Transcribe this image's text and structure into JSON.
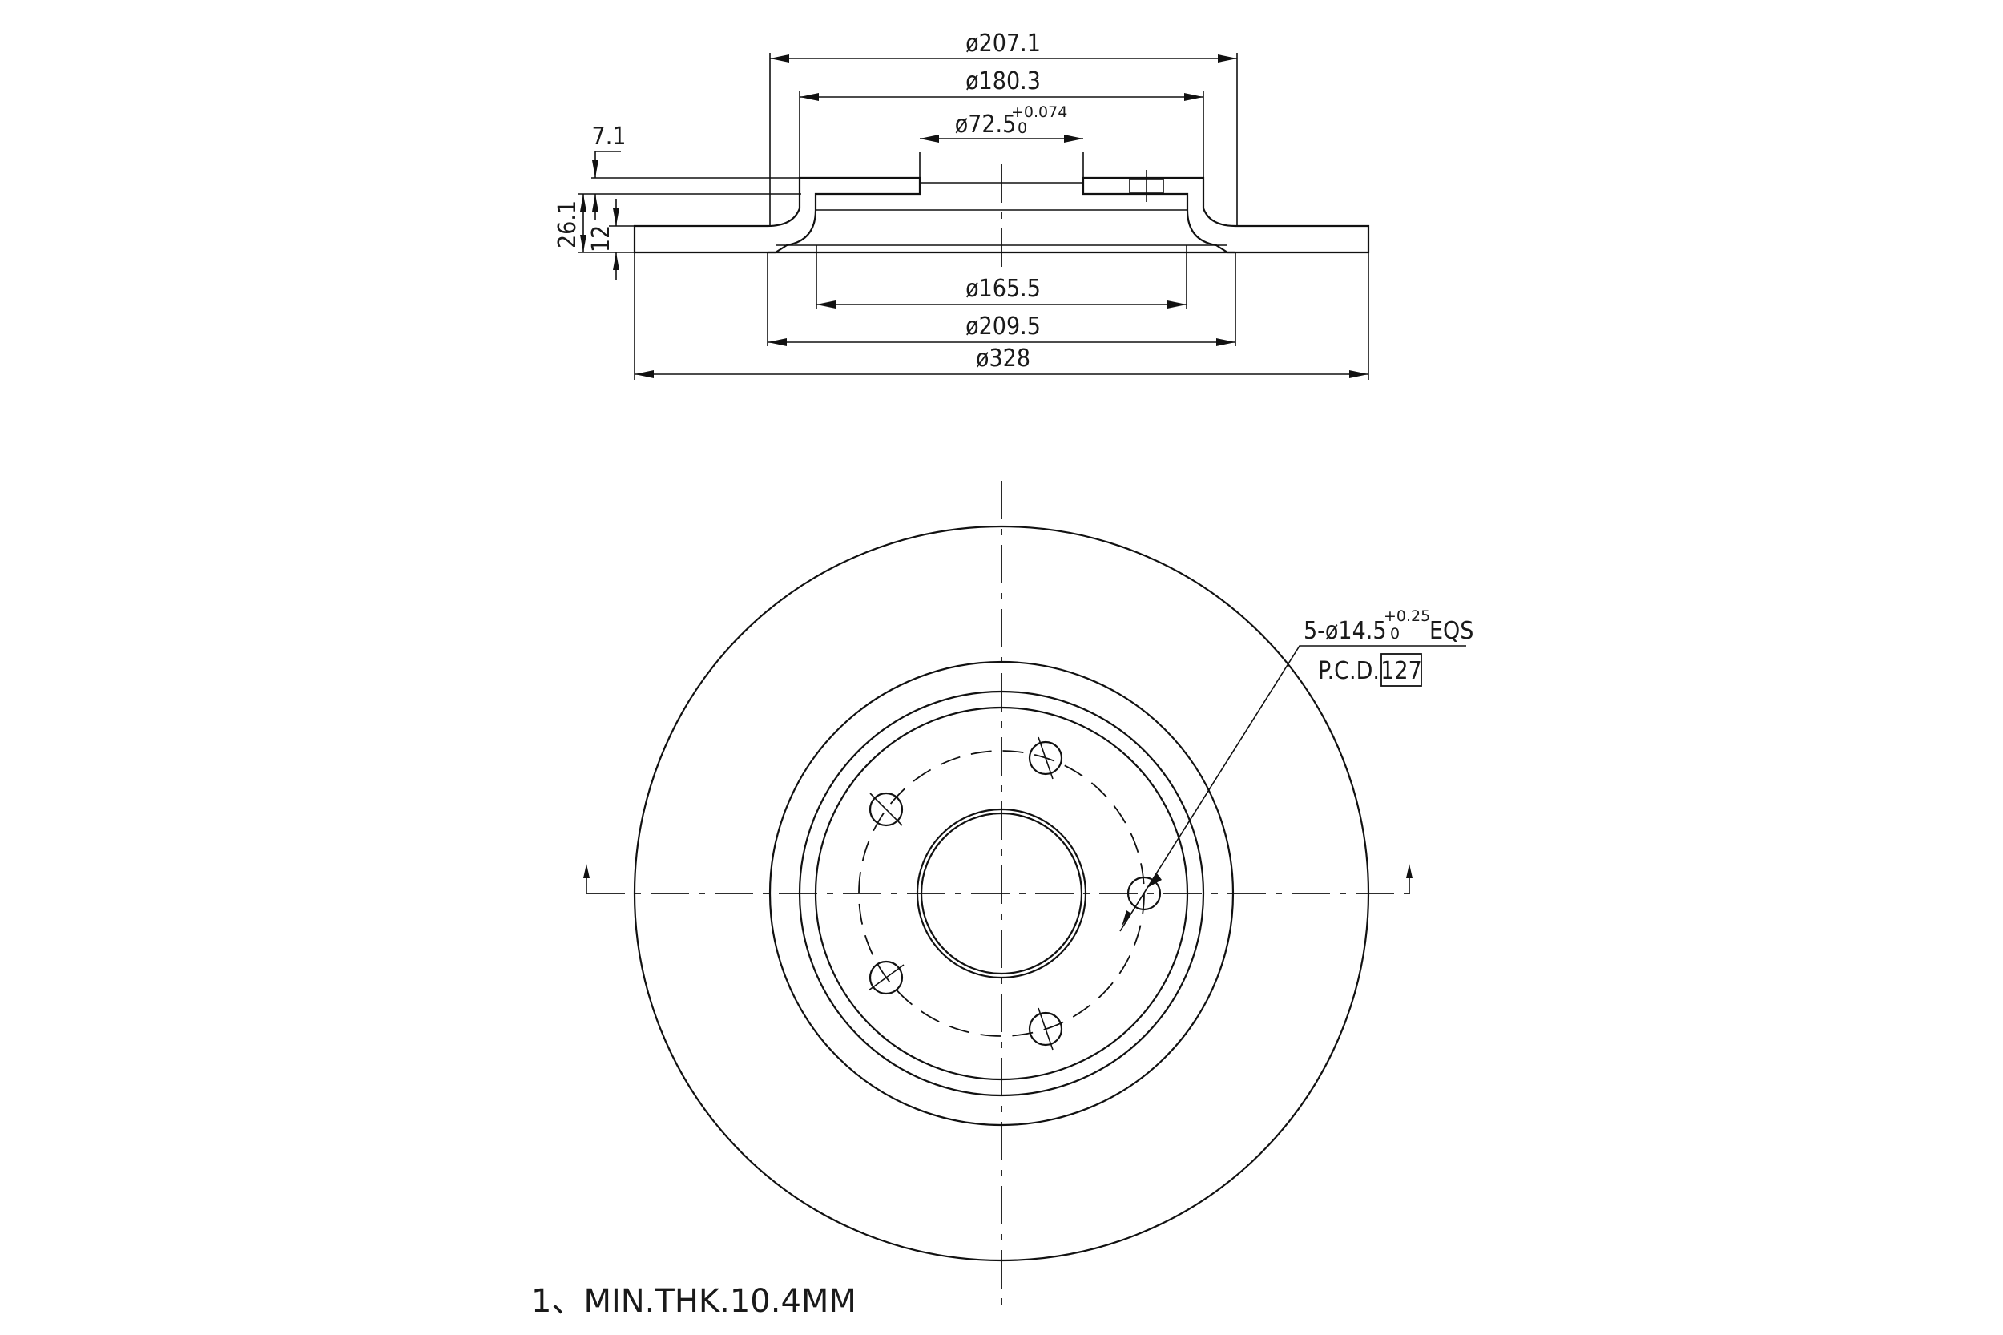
{
  "drawing": {
    "title": "Brake disc technical drawing",
    "colors": {
      "line": "#111111",
      "background": "#ffffff"
    }
  },
  "side_view": {
    "dims": {
      "d_207_1": "ø207.1",
      "d_180_3": "ø180.3",
      "d_72_5": "ø72.5",
      "d_72_5_tol_upper": "+0.074",
      "d_72_5_tol_lower": "0",
      "d_165_5": "ø165.5",
      "d_209_5": "ø209.5",
      "d_328": "ø328",
      "hat_thickness": "7.1",
      "total_height": "26.1",
      "disc_thickness": "12"
    }
  },
  "front_view": {
    "bolt_callout": {
      "count_dia": "5-ø14.5",
      "tol_upper": "+0.25",
      "tol_lower": "0",
      "eqs": "EQS",
      "pcd_label": "P.C.D.",
      "pcd_value": "127"
    },
    "bolt_hole_count": 5
  },
  "notes": [
    {
      "text": "1、MIN.THK.10.4MM"
    }
  ]
}
